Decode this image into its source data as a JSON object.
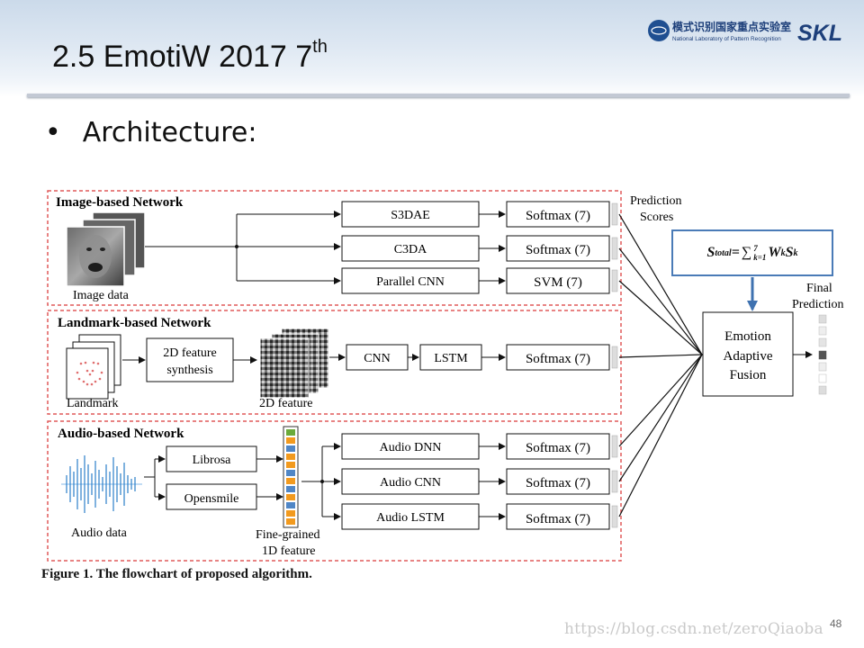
{
  "slide": {
    "title": "2.5 EmotiW 2017 7",
    "title_sup": "th",
    "bullet": "Architecture:",
    "page_number": "48",
    "watermark": "https://blog.csdn.net/zeroQiaoba"
  },
  "logo": {
    "cn_text": "模式识别国家重点实验室",
    "en_text": "National Laboratory of Pattern Recognition",
    "mark": "SKL"
  },
  "figure": {
    "image_net_title": "Image-based Network",
    "image_caption": "Image data",
    "image_models": [
      "S3DAE",
      "C3DA",
      "Parallel CNN"
    ],
    "image_classifiers": [
      "Softmax (7)",
      "Softmax (7)",
      "SVM (7)"
    ],
    "landmark_net_title": "Landmark-based Network",
    "landmark_caption": "Landmark",
    "feature_synth_line1": "2D feature",
    "feature_synth_line2": "synthesis",
    "feature2d_caption": "2D feature",
    "cnn_label": "CNN",
    "lstm_label": "LSTM",
    "landmark_classifier": "Softmax (7)",
    "audio_net_title": "Audio-based Network",
    "audio_caption": "Audio data",
    "audio_tools": [
      "Librosa",
      "Opensmile"
    ],
    "fine_grained_line1": "Fine-grained",
    "fine_grained_line2": "1D feature",
    "audio_models": [
      "Audio DNN",
      "Audio CNN",
      "Audio LSTM"
    ],
    "audio_classifiers": [
      "Softmax (7)",
      "Softmax (7)",
      "Softmax (7)"
    ],
    "prediction_line1": "Prediction",
    "prediction_line2": "Scores",
    "fusion_line1": "Emotion",
    "fusion_line2": "Adaptive",
    "fusion_line3": "Fusion",
    "final_line1": "Final",
    "final_line2": "Prediction",
    "caption": "Figure 1. The flowchart of proposed algorithm."
  },
  "formula": {
    "s": "S",
    "s_sub": "total",
    "eq": " = ",
    "sum": "∑",
    "sum_sup": "7",
    "sum_sub": "k=1",
    "w": " W",
    "w_sub": "k",
    "s2": " S",
    "s2_sub": "k"
  },
  "colors": {
    "dashed_border": "#e05a5a",
    "formula_border": "#4a7bb7",
    "formula_arrow": "#3f72b0",
    "feature_cells": [
      "#6aaa3a",
      "#f29a1e",
      "#4f86c6",
      "#f29a1e",
      "#f29a1e",
      "#4f86c6",
      "#f29a1e",
      "#4f86c6",
      "#f29a1e",
      "#4f86c6",
      "#f29a1e",
      "#f29a1e"
    ]
  }
}
